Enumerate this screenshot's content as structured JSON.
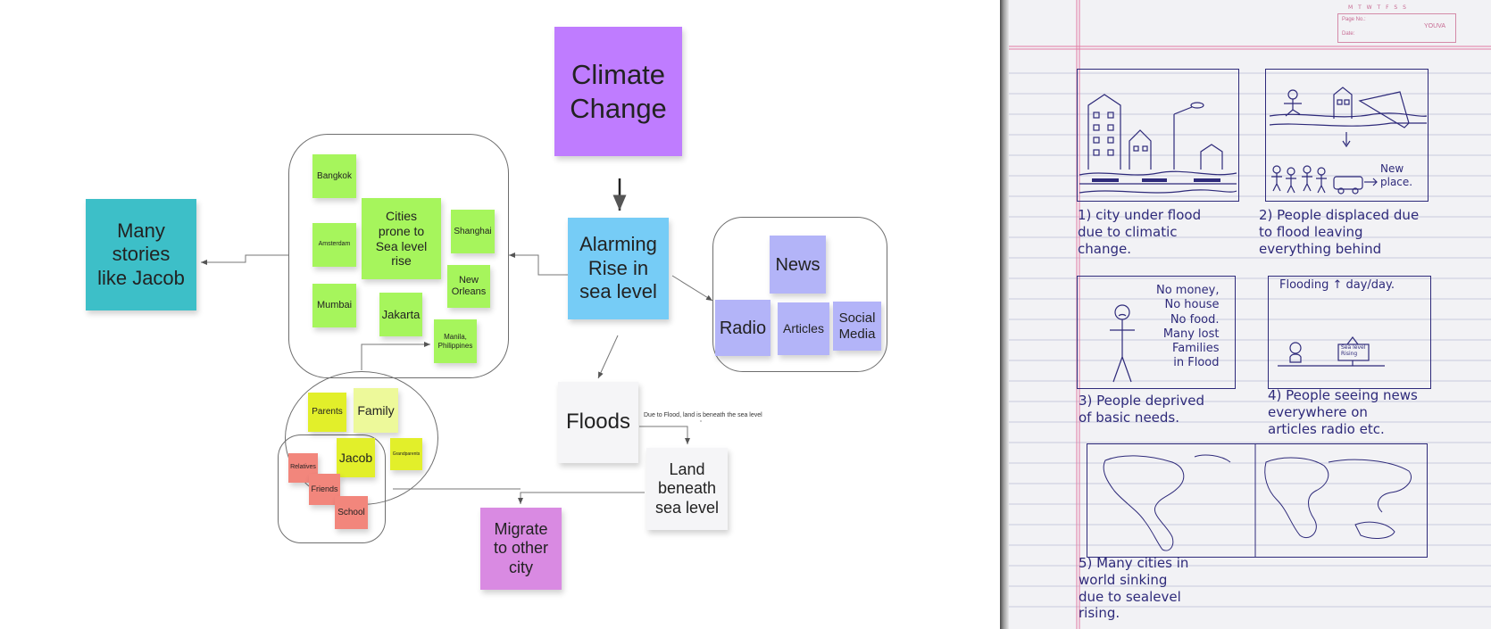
{
  "board": {
    "title_note": "Climate\nChange",
    "center_note": "Alarming\nRise in\nsea level",
    "left_note": "Many\nstories\nlike Jacob",
    "cities": {
      "header": "Cities\nprone to\nSea level\nrise",
      "items": [
        "Bangkok",
        "Amsterdam",
        "Mumbai",
        "Jakarta",
        "Shanghai",
        "New\nOrleans",
        "Manila,\nPhilippines"
      ]
    },
    "media": {
      "header": "News",
      "items": [
        "Radio",
        "Articles",
        "Social\nMedia"
      ]
    },
    "floods": "Floods",
    "flood_annotation": "Due to Flood, land is beneath the sea level",
    "land": "Land\nbeneath\nsea level",
    "migrate": "Migrate\nto other\ncity",
    "people": {
      "family": "Family",
      "parents": "Parents",
      "jacob": "Jacob",
      "grandparents": "Grandparents",
      "relatives": "Relatives",
      "friends": "Friends",
      "school": "School"
    },
    "colors": {
      "purple": "#bf7cff",
      "blue": "#76ccf6",
      "teal": "#3dbfc8",
      "green": "#a6f55c",
      "lavender": "#b3b4f8",
      "white_note": "#f5f5f7",
      "magenta": "#d98ae2",
      "yellow": "#e2ef2a",
      "light_yellow": "#edf99a",
      "salmon": "#f2867c"
    }
  },
  "notebook": {
    "header": {
      "days": "M  T  W  T  F  S  S",
      "page_no_label": "Page No.:",
      "date_label": "Date:",
      "brand": "YOUVA"
    },
    "panel_texts": {
      "p2_new_place": "New\nplace.",
      "p3_lines": "No money,\nNo house\nNo food.\nMany lost\nFamilies\nin Flood",
      "p4_header": "Flooding ↑ day/day.",
      "p4_sign": "Sea level\nRising"
    },
    "captions": [
      "1) city under flood\ndue to climatic\nchange.",
      "2) People displaced due\nto flood leaving\neverything behind",
      "3) People deprived\nof basic needs.",
      "4) People seeing news\neverywhere on\narticles radio etc.",
      "5) Many cities in\nworld sinking\ndue to sealevel\nrising."
    ]
  }
}
